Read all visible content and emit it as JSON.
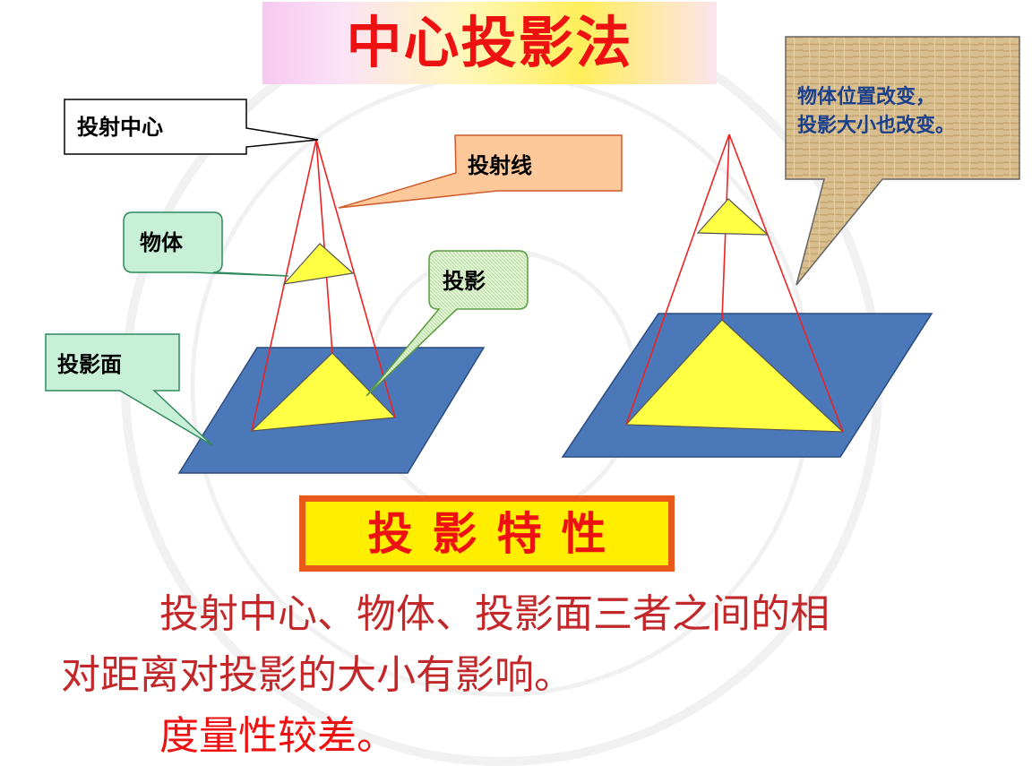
{
  "title": "中心投影法",
  "callouts": {
    "center": "投射中心",
    "ray": "投射线",
    "object": "物体",
    "projection": "投影",
    "plane": "投影面"
  },
  "note": {
    "line1": "物体位置改变，",
    "line2": "投影大小也改变。"
  },
  "feature_heading": "投影特性",
  "body": {
    "line1": "投射中心、物体、投影面三者之间的相",
    "line2": "对距离对投影的大小有影响。",
    "line3": "度量性较差。"
  },
  "colors": {
    "title_red": "#ee1111",
    "plane_blue": "#4a78b8",
    "triangle_yellow": "#ffff44",
    "ray_red": "#ee2222",
    "note_text_blue": "#1a3f8c",
    "body_red": "#c2282a"
  }
}
